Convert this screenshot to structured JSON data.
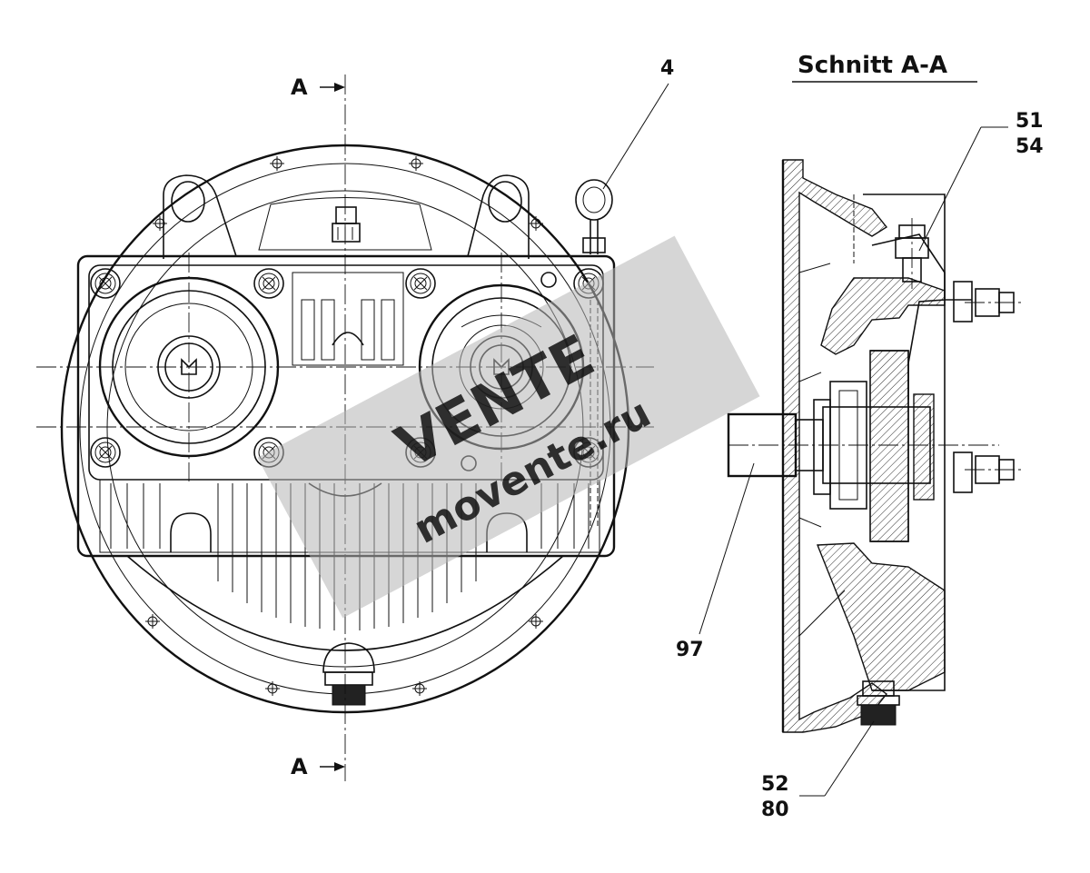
{
  "section": {
    "label_a": "A",
    "title": "Schnitt A-A"
  },
  "callouts": {
    "c4": "4",
    "c51": "51",
    "c54": "54",
    "c97": "97",
    "c52": "52",
    "c80": "80"
  },
  "watermark": {
    "text_brand": "VENTE",
    "text_site": "movente.ru"
  },
  "colors": {
    "ink": "#111111",
    "paper": "#ffffff",
    "watermark_gray": "#b4b4b4"
  }
}
